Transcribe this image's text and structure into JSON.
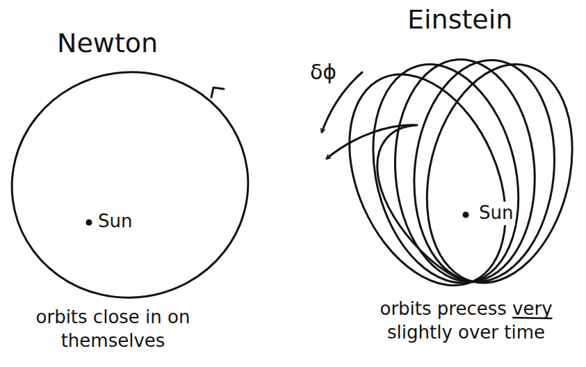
{
  "diagram": {
    "labels": [
      "Newton",
      "Sun",
      "orbits close in on themselves",
      "Einstein",
      "δϕ",
      "Sun",
      "orbits precess very slightly over time"
    ]
  }
}
